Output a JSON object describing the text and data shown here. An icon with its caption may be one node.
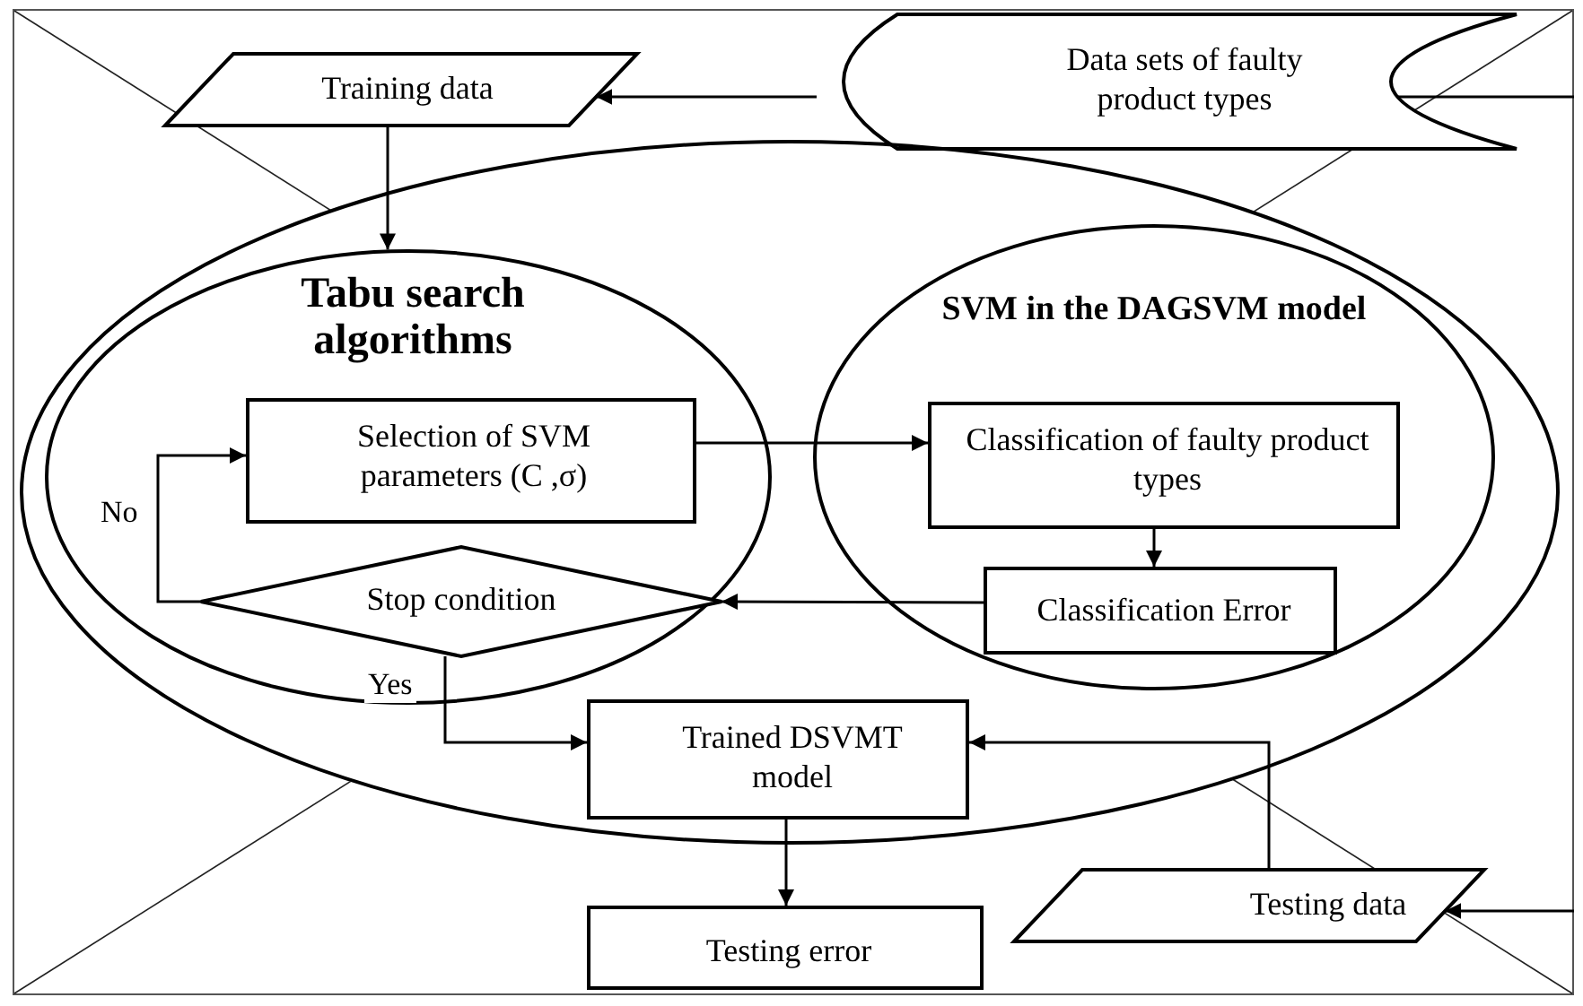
{
  "diagram": {
    "nodes": [
      {
        "text": [
          "Training data"
        ]
      },
      {
        "text": [
          "Data sets of faulty product types"
        ]
      },
      {
        "text": [],
        "shape": "ellipse"
      },
      {
        "text": [
          "Tabu search algorithms"
        ],
        "in": 2
      },
      {
        "text": [
          "Selection of SVM parameters (C ,σ)"
        ],
        "in": 3
      },
      {
        "text": [
          "Stop condition"
        ],
        "in": 3
      },
      {
        "text": [
          "SVM in the DAGSVM model"
        ],
        "in": 2
      },
      {
        "text": [
          "Classification of faulty product types"
        ],
        "in": 6
      },
      {
        "text": [
          "Classification Error"
        ],
        "in": 6
      },
      {
        "text": [
          "Trained DSVMT model"
        ],
        "in": 2
      },
      {
        "text": [
          "Testing data"
        ]
      },
      {
        "text": [
          "Testing error"
        ]
      }
    ],
    "edges": [
      {
        "from": null,
        "to": 1,
        "arrow": "none"
      },
      {
        "from": 1,
        "to": 0,
        "arrow": "to"
      },
      {
        "from": 0,
        "to": 3,
        "arrow": "to"
      },
      {
        "from": 4,
        "to": 7,
        "arrow": "to"
      },
      {
        "from": 7,
        "to": 8,
        "arrow": "to"
      },
      {
        "from": 8,
        "to": 5,
        "arrow": "to"
      },
      {
        "from": 5,
        "to": 4,
        "label": "No",
        "arrow": "to"
      },
      {
        "from": 5,
        "to": 9,
        "label": "Yes",
        "arrow": "to"
      },
      {
        "from": 10,
        "to": 9,
        "arrow": "to"
      },
      {
        "from": 9,
        "to": 11,
        "arrow": "to"
      },
      {
        "from": null,
        "to": 10,
        "arrow": "to"
      }
    ]
  }
}
